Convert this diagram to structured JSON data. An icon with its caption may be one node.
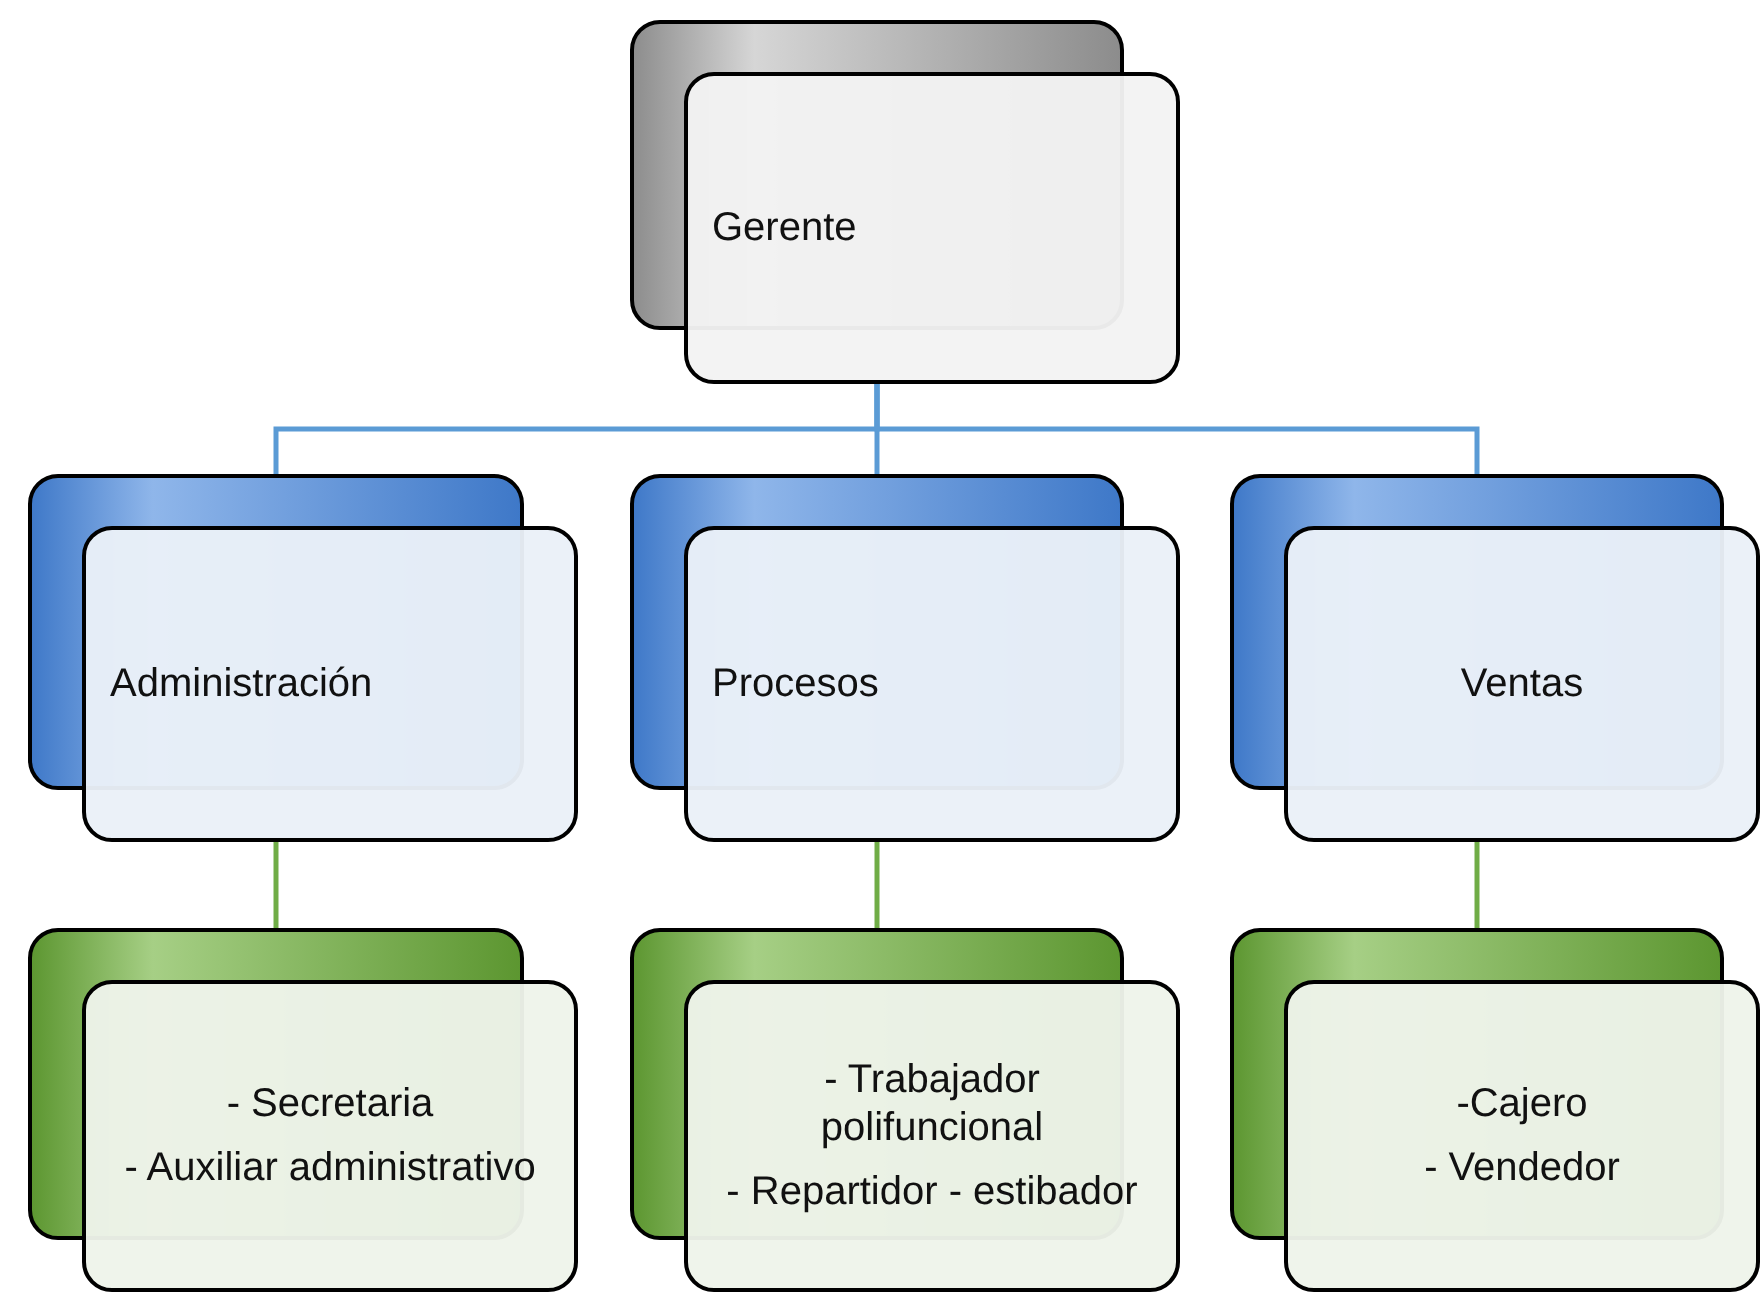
{
  "diagram": {
    "nodes": [
      {
        "text": [
          "Gerente"
        ]
      },
      {
        "text": [
          "Administración"
        ]
      },
      {
        "text": [
          "Procesos"
        ]
      },
      {
        "text": [
          "Ventas"
        ]
      },
      {
        "text": [
          "- Secretaria",
          "- Auxiliar administrativo"
        ]
      },
      {
        "text": [
          "- Trabajador polifuncional",
          "- Repartidor - estibador"
        ]
      },
      {
        "text": [
          "-Cajero",
          "- Vendedor"
        ]
      }
    ],
    "edges": [
      {
        "from": 0,
        "to": 1,
        "arrow": "none",
        "color": "#5b9bd5"
      },
      {
        "from": 0,
        "to": 2,
        "arrow": "none",
        "color": "#5b9bd5"
      },
      {
        "from": 0,
        "to": 3,
        "arrow": "none",
        "color": "#5b9bd5"
      },
      {
        "from": 1,
        "to": 4,
        "arrow": "none",
        "color": "#70ad47"
      },
      {
        "from": 2,
        "to": 5,
        "arrow": "none",
        "color": "#70ad47"
      },
      {
        "from": 3,
        "to": 6,
        "arrow": "none",
        "color": "#70ad47"
      }
    ]
  }
}
